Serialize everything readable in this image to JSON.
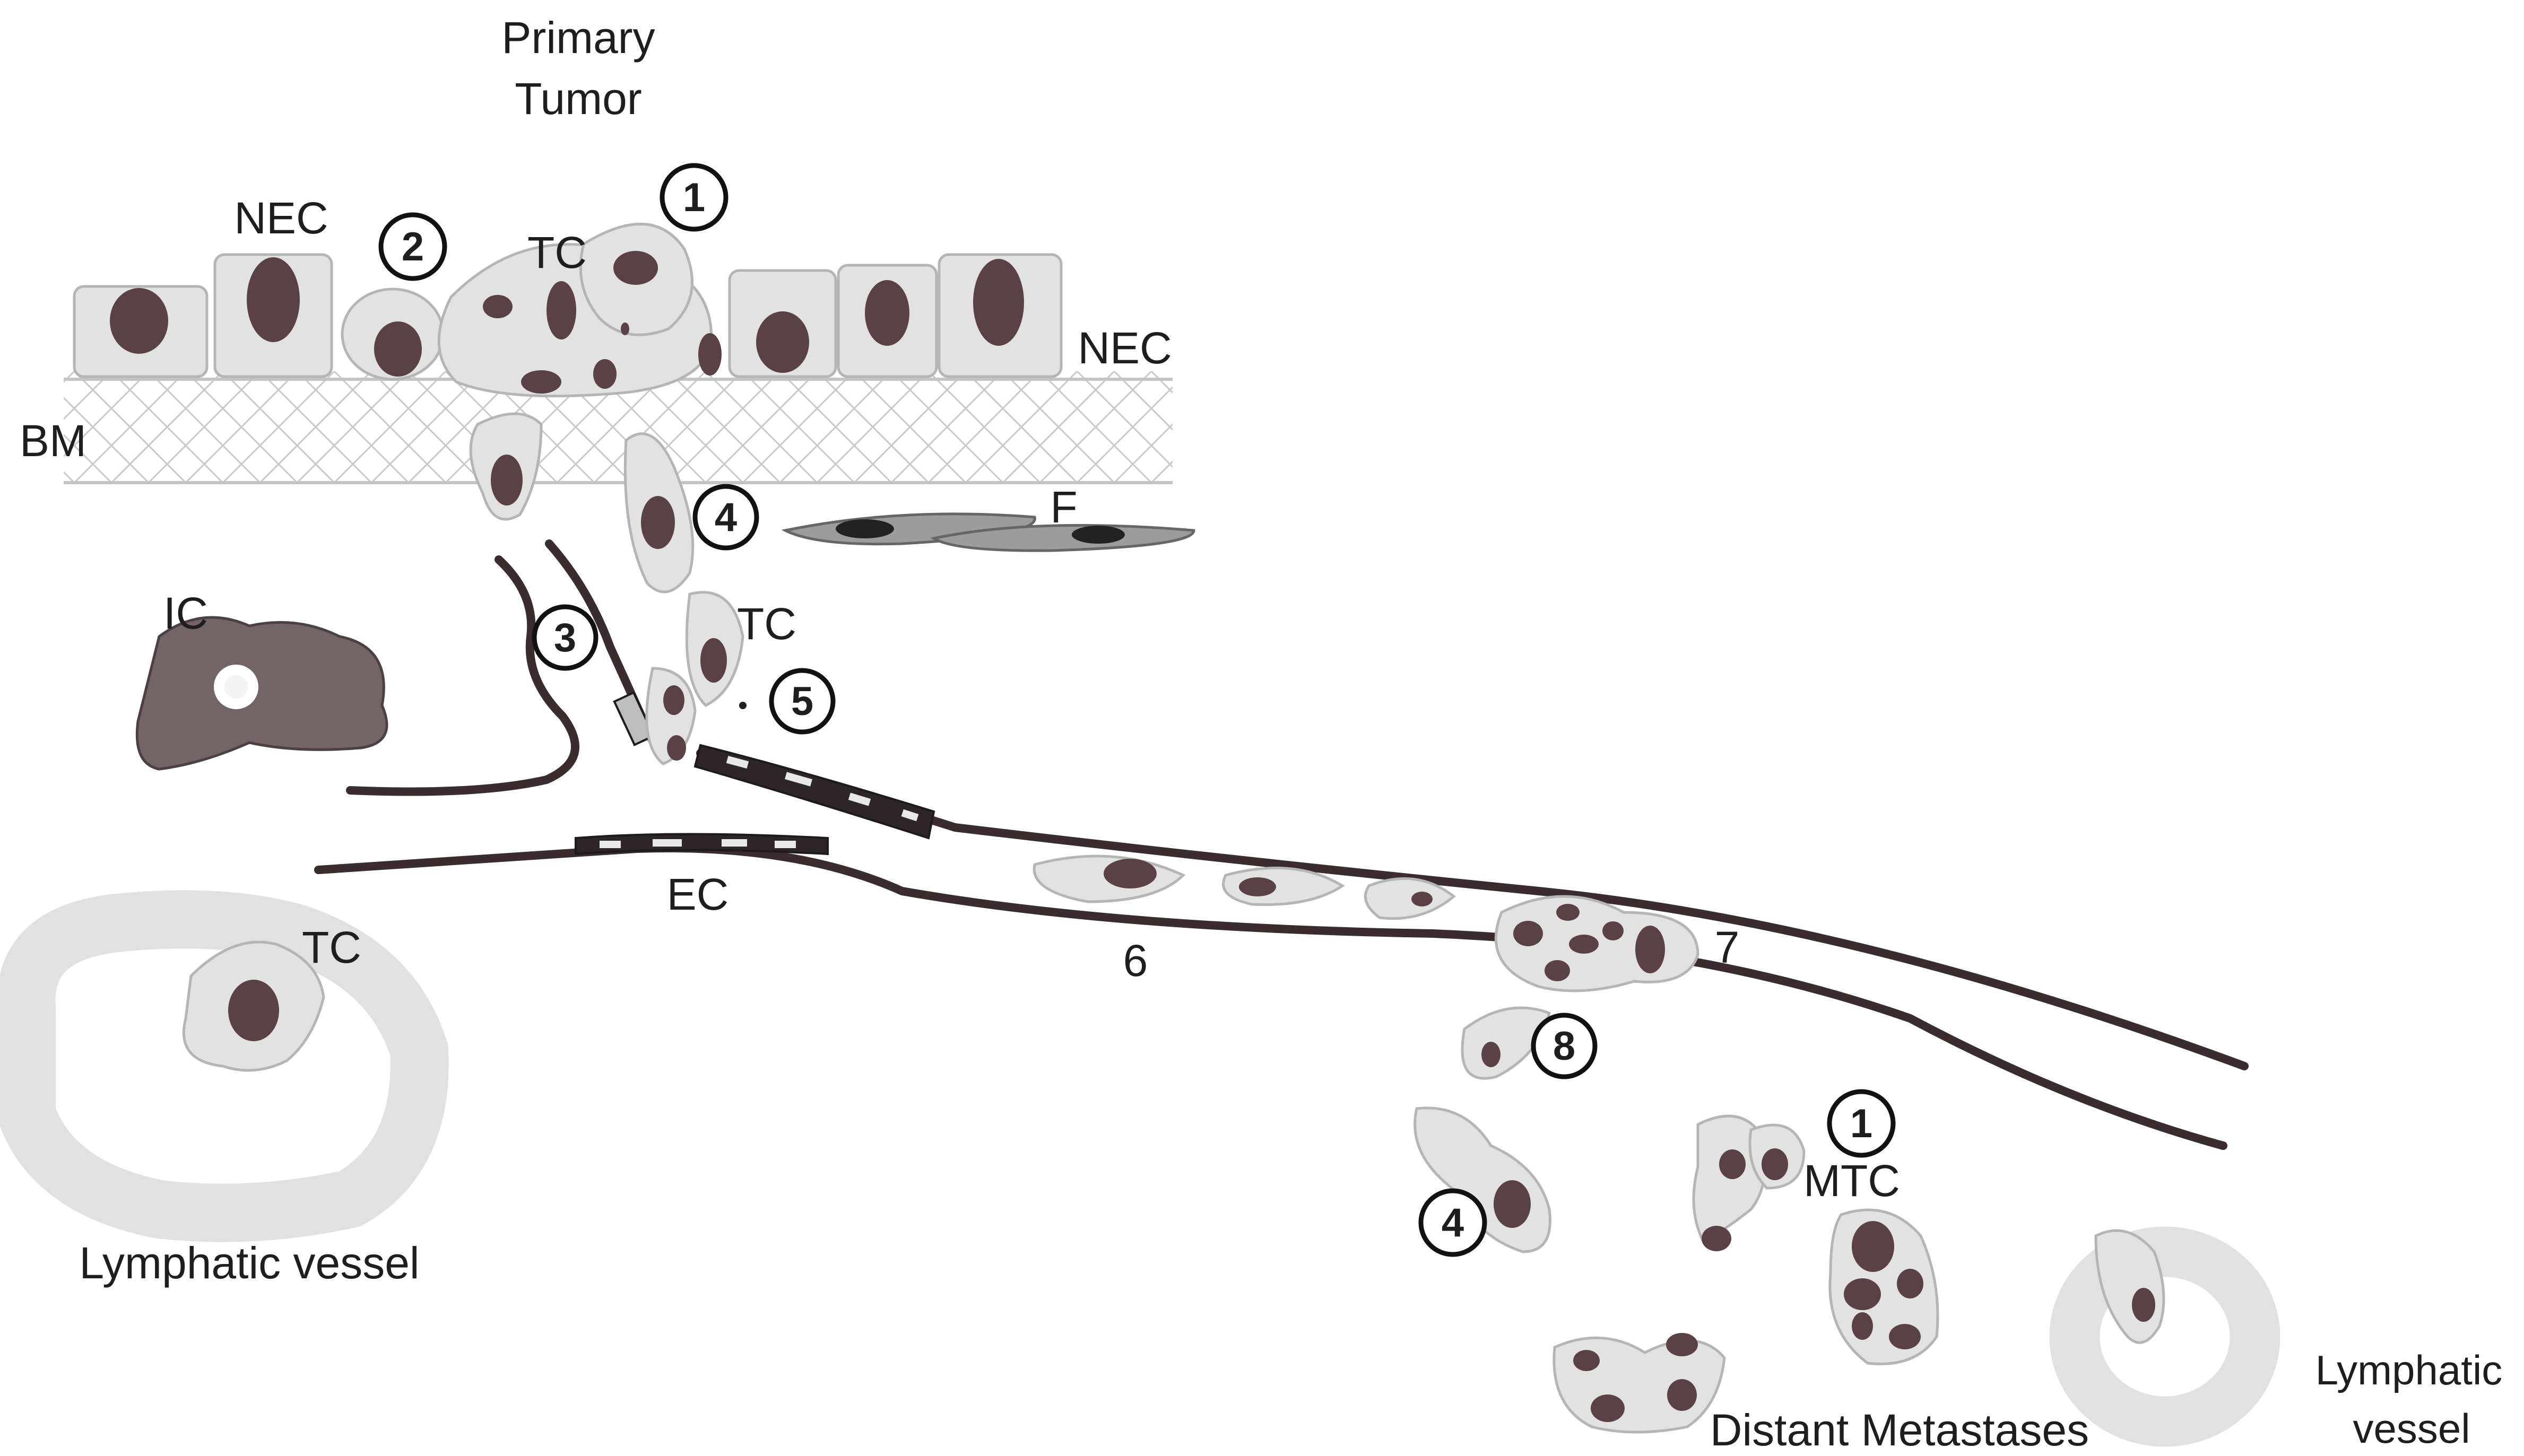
{
  "labels": {
    "primary_tumor_line1": "Primary",
    "primary_tumor_line2": "Tumor",
    "nec_left": "NEC",
    "nec_right": "NEC",
    "tc_top": "TC",
    "bm": "BM",
    "f": "F",
    "ic": "IC",
    "tc_mid": "TC",
    "ec": "EC",
    "tc_lymph": "TC",
    "lymphatic_left": "Lymphatic vessel",
    "mtc": "MTC",
    "distant_metastases": "Distant Metastases",
    "lymphatic_right_line1": "Lymphatic",
    "lymphatic_right_line2": "vessel",
    "step6": "6",
    "step7": "7"
  },
  "steps": {
    "s1_top": "1",
    "s2": "2",
    "s3": "3",
    "s4_top": "4",
    "s5": "5",
    "s8": "8",
    "s1_bottom": "1",
    "s4_bottom": "4"
  },
  "colors": {
    "cell_fill": "#e2e2e2",
    "cell_stroke": "#b5b5b5",
    "nucleus": "#5a4146",
    "vessel": "#3a2c2f",
    "immune_cell": "#736468",
    "fibroblast": "#9c9c9c"
  }
}
